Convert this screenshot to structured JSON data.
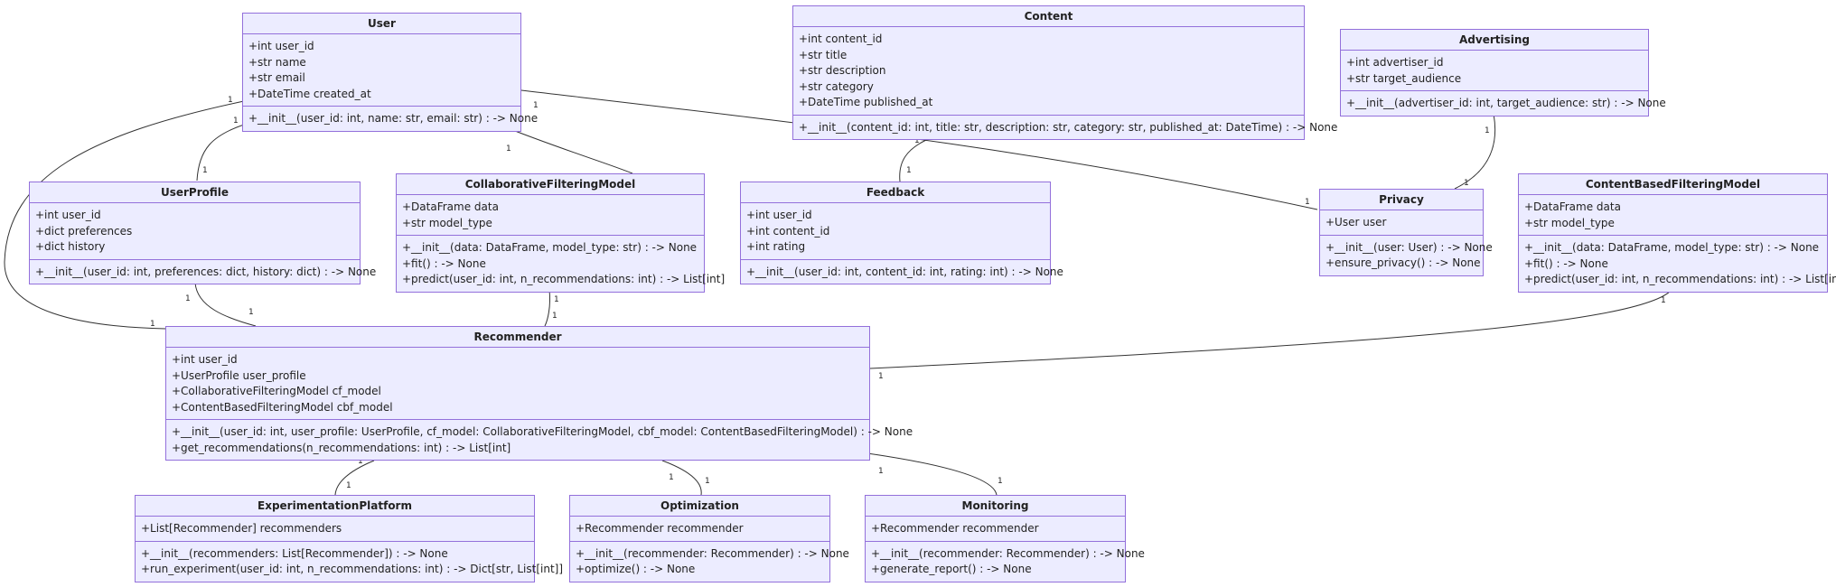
{
  "classes": {
    "user": {
      "name": "User",
      "attributes": [
        "+int user_id",
        "+str name",
        "+str email",
        "+DateTime created_at"
      ],
      "methods": [
        "+__init__(user_id: int, name: str, email: str) : -> None"
      ]
    },
    "content": {
      "name": "Content",
      "attributes": [
        "+int content_id",
        "+str title",
        "+str description",
        "+str category",
        "+DateTime published_at"
      ],
      "methods": [
        "+__init__(content_id: int, title: str, description: str, category: str, published_at: DateTime) : -> None"
      ]
    },
    "advertising": {
      "name": "Advertising",
      "attributes": [
        "+int advertiser_id",
        "+str target_audience"
      ],
      "methods": [
        "+__init__(advertiser_id: int, target_audience: str) : -> None"
      ]
    },
    "user_profile": {
      "name": "UserProfile",
      "attributes": [
        "+int user_id",
        "+dict preferences",
        "+dict history"
      ],
      "methods": [
        "+__init__(user_id: int, preferences: dict, history: dict) : -> None"
      ]
    },
    "collab_model": {
      "name": "CollaborativeFilteringModel",
      "attributes": [
        "+DataFrame data",
        "+str model_type"
      ],
      "methods": [
        "+__init__(data: DataFrame, model_type: str) : -> None",
        "+fit() : -> None",
        "+predict(user_id: int, n_recommendations: int) : -> List[int]"
      ]
    },
    "feedback": {
      "name": "Feedback",
      "attributes": [
        "+int user_id",
        "+int content_id",
        "+int rating"
      ],
      "methods": [
        "+__init__(user_id: int, content_id: int, rating: int) : -> None"
      ]
    },
    "privacy": {
      "name": "Privacy",
      "attributes": [
        "+User user"
      ],
      "methods": [
        "+__init__(user: User) : -> None",
        "+ensure_privacy() : -> None"
      ]
    },
    "content_model": {
      "name": "ContentBasedFilteringModel",
      "attributes": [
        "+DataFrame data",
        "+str model_type"
      ],
      "methods": [
        "+__init__(data: DataFrame, model_type: str) : -> None",
        "+fit() : -> None",
        "+predict(user_id: int, n_recommendations: int) : -> List[int]"
      ]
    },
    "recommender": {
      "name": "Recommender",
      "attributes": [
        "+int user_id",
        "+UserProfile user_profile",
        "+CollaborativeFilteringModel cf_model",
        "+ContentBasedFilteringModel cbf_model"
      ],
      "methods": [
        "+__init__(user_id: int, user_profile: UserProfile, cf_model: CollaborativeFilteringModel, cbf_model: ContentBasedFilteringModel) : -> None",
        "+get_recommendations(n_recommendations: int) : -> List[int]"
      ]
    },
    "experimentation": {
      "name": "ExperimentationPlatform",
      "attributes": [
        "+List[Recommender] recommenders"
      ],
      "methods": [
        "+__init__(recommenders: List[Recommender]) : -> None",
        "+run_experiment(user_id: int, n_recommendations: int) : -> Dict[str, List[int]]"
      ]
    },
    "optimization": {
      "name": "Optimization",
      "attributes": [
        "+Recommender recommender"
      ],
      "methods": [
        "+__init__(recommender: Recommender) : -> None",
        "+optimize() : -> None"
      ]
    },
    "monitoring": {
      "name": "Monitoring",
      "attributes": [
        "+Recommender recommender"
      ],
      "methods": [
        "+__init__(recommender: Recommender) : -> None",
        "+generate_report() : -> None"
      ]
    }
  },
  "relationships": [
    {
      "from": "user",
      "to": "user_profile",
      "from_mult": "1",
      "to_mult": "1"
    },
    {
      "from": "user",
      "to": "recommender",
      "from_mult": "1",
      "to_mult": "1"
    },
    {
      "from": "user",
      "to": "feedback",
      "from_mult": "1",
      "to_mult": "1"
    },
    {
      "from": "user",
      "to": "privacy",
      "from_mult": "1",
      "to_mult": "1"
    },
    {
      "from": "content",
      "to": "feedback",
      "from_mult": "1",
      "to_mult": "1"
    },
    {
      "from": "advertising",
      "to": "privacy",
      "from_mult": "1",
      "to_mult": "1"
    },
    {
      "from": "user_profile",
      "to": "recommender",
      "from_mult": "1",
      "to_mult": "1"
    },
    {
      "from": "collab_model",
      "to": "recommender",
      "from_mult": "1",
      "to_mult": "1"
    },
    {
      "from": "content_model",
      "to": "recommender",
      "from_mult": "1",
      "to_mult": "1"
    },
    {
      "from": "recommender",
      "to": "experimentation",
      "from_mult": "1",
      "to_mult": "1"
    },
    {
      "from": "recommender",
      "to": "optimization",
      "from_mult": "1",
      "to_mult": "1"
    },
    {
      "from": "recommender",
      "to": "monitoring",
      "from_mult": "1",
      "to_mult": "1"
    }
  ]
}
